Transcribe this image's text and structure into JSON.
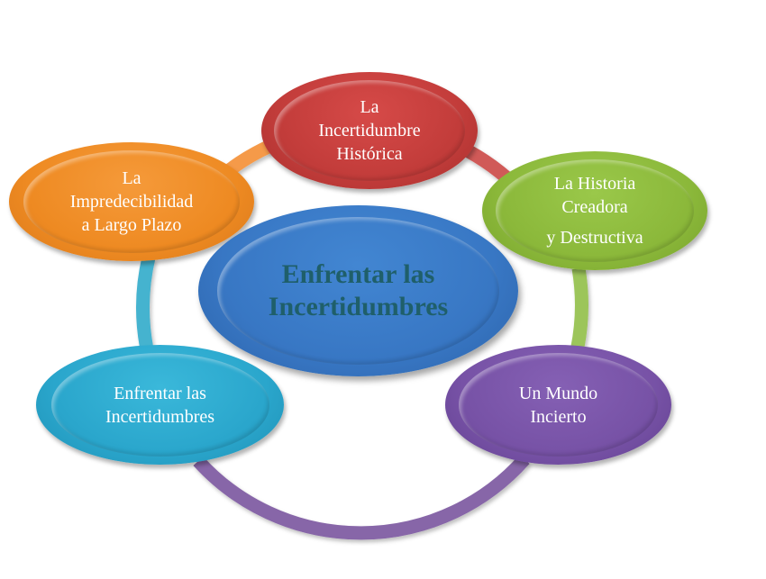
{
  "diagram": {
    "type": "cycle",
    "center": {
      "lines": [
        "Enfrentar las",
        "Incertidumbres"
      ],
      "color": "#3b7bc8",
      "text_color": "#1f5f6a"
    },
    "nodes": [
      {
        "id": "historica",
        "lines": [
          "La",
          "Incertidumbre",
          "Histórica"
        ],
        "color": "#c8403e"
      },
      {
        "id": "creadora",
        "lines": [
          "La Historia",
          "Creadora",
          "y Destructiva"
        ],
        "color": "#8dbb3c"
      },
      {
        "id": "mundo",
        "lines": [
          "Un Mundo",
          "Incierto"
        ],
        "color": "#7a55a8"
      },
      {
        "id": "enfrentar",
        "lines": [
          "Enfrentar las",
          "Incertidumbres"
        ],
        "color": "#2ba8cc"
      },
      {
        "id": "impredecibilidad",
        "lines": [
          "La",
          "Impredecibilidad",
          "a Largo Plazo"
        ],
        "color": "#f08a24"
      }
    ],
    "ring_colors": {
      "top_left": "#f59a48",
      "top_right": "#d05a58",
      "right": "#9cc55a",
      "bottom": "#8766a8",
      "left": "#45b3cf"
    }
  }
}
